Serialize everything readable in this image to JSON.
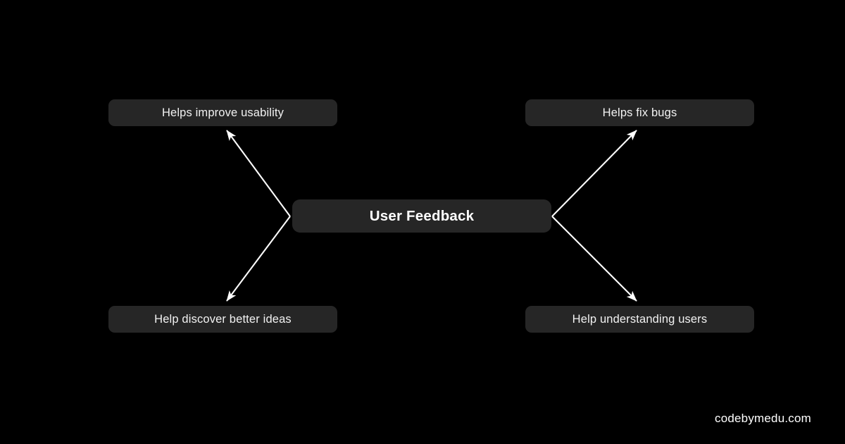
{
  "diagram": {
    "type": "mind-map",
    "title": "User Feedback",
    "background_color": "#000000",
    "node_color": "#262626",
    "text_color": "#f2f2f2",
    "edge_color": "#ffffff",
    "center": {
      "label": "User Feedback"
    },
    "branches": [
      {
        "id": "top-left",
        "label": "Helps improve usability",
        "position": "top-left"
      },
      {
        "id": "top-right",
        "label": "Helps fix bugs",
        "position": "top-right"
      },
      {
        "id": "bottom-left",
        "label": "Help discover better ideas",
        "position": "bottom-left"
      },
      {
        "id": "bottom-right",
        "label": "Help understanding users",
        "position": "bottom-right"
      }
    ]
  },
  "watermark": {
    "text": "codebymedu.com"
  }
}
